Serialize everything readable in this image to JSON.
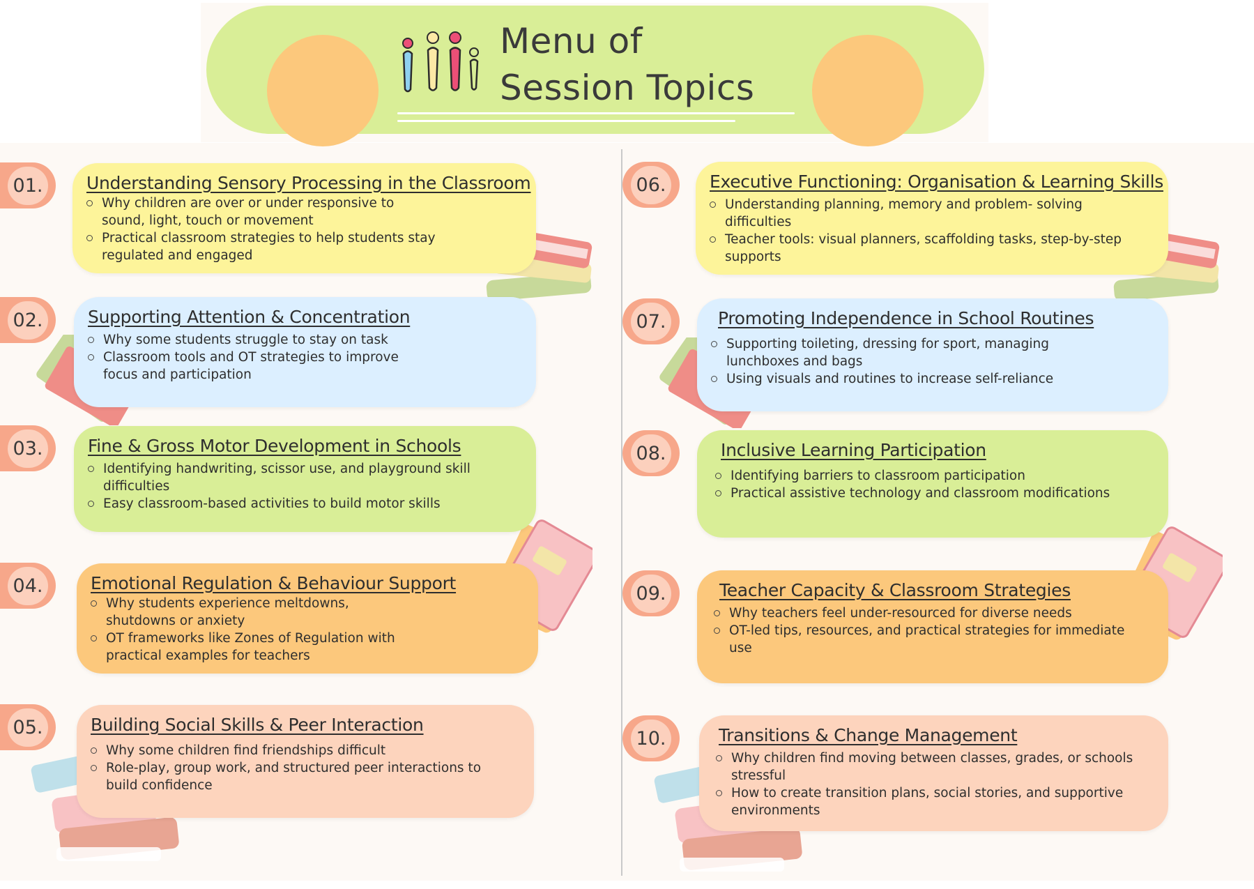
{
  "header": {
    "title_line1": "Menu of",
    "title_line2": "Session Topics"
  },
  "colors": {
    "yellow": "#fdf49a",
    "blue": "#dcefff",
    "green": "#d9ee97",
    "orange": "#fcc87c",
    "peach": "#fdd4bd",
    "number_tab": "#f7a78a"
  },
  "topics": [
    {
      "number": "01.",
      "title": "Understanding Sensory Processing in the Classroom",
      "bullets": [
        "Why children are over or under responsive to sound, light, touch or movement",
        "Practical classroom strategies to help students stay regulated and engaged"
      ]
    },
    {
      "number": "02.",
      "title": "Supporting Attention & Concentration",
      "bullets": [
        "Why some students struggle to stay on task",
        "Classroom tools and OT strategies to improve focus and participation"
      ]
    },
    {
      "number": "03.",
      "title": "Fine & Gross Motor Development in Schools",
      "bullets": [
        "Identifying handwriting, scissor use, and playground skill difficulties",
        "Easy classroom-based activities to build motor skills"
      ]
    },
    {
      "number": "04.",
      "title": "Emotional Regulation & Behaviour Support",
      "bullets": [
        "Why students experience meltdowns, shutdowns or anxiety",
        "OT frameworks like Zones of Regulation with practical examples for teachers"
      ]
    },
    {
      "number": "05.",
      "title": "Building Social Skills & Peer Interaction",
      "bullets": [
        "Why some children find friendships difficult",
        "Role-play, group work, and structured peer interactions to build confidence"
      ]
    },
    {
      "number": "06.",
      "title": "Executive Functioning: Organisation & Learning Skills",
      "bullets": [
        "Understanding planning, memory and problem- solving difficulties",
        "Teacher tools: visual planners, scaffolding tasks, step-by-step supports"
      ]
    },
    {
      "number": "07.",
      "title": "Promoting Independence in School Routines",
      "bullets": [
        "Supporting toileting, dressing for sport, managing lunchboxes and bags",
        "Using visuals and routines to increase self-reliance"
      ]
    },
    {
      "number": "08.",
      "title": "Inclusive Learning Participation",
      "bullets": [
        "Identifying barriers to classroom participation",
        "Practical assistive technology and classroom modifications"
      ]
    },
    {
      "number": "09.",
      "title": "Teacher Capacity & Classroom Strategies",
      "bullets": [
        "Why teachers feel under-resourced for diverse needs",
        "OT-led tips, resources, and practical strategies for immediate use"
      ]
    },
    {
      "number": "10.",
      "title": "Transitions & Change Management",
      "bullets": [
        "Why children find moving between classes, grades, or schools stressful",
        "How to create transition plans, social stories, and supportive environments"
      ]
    }
  ]
}
